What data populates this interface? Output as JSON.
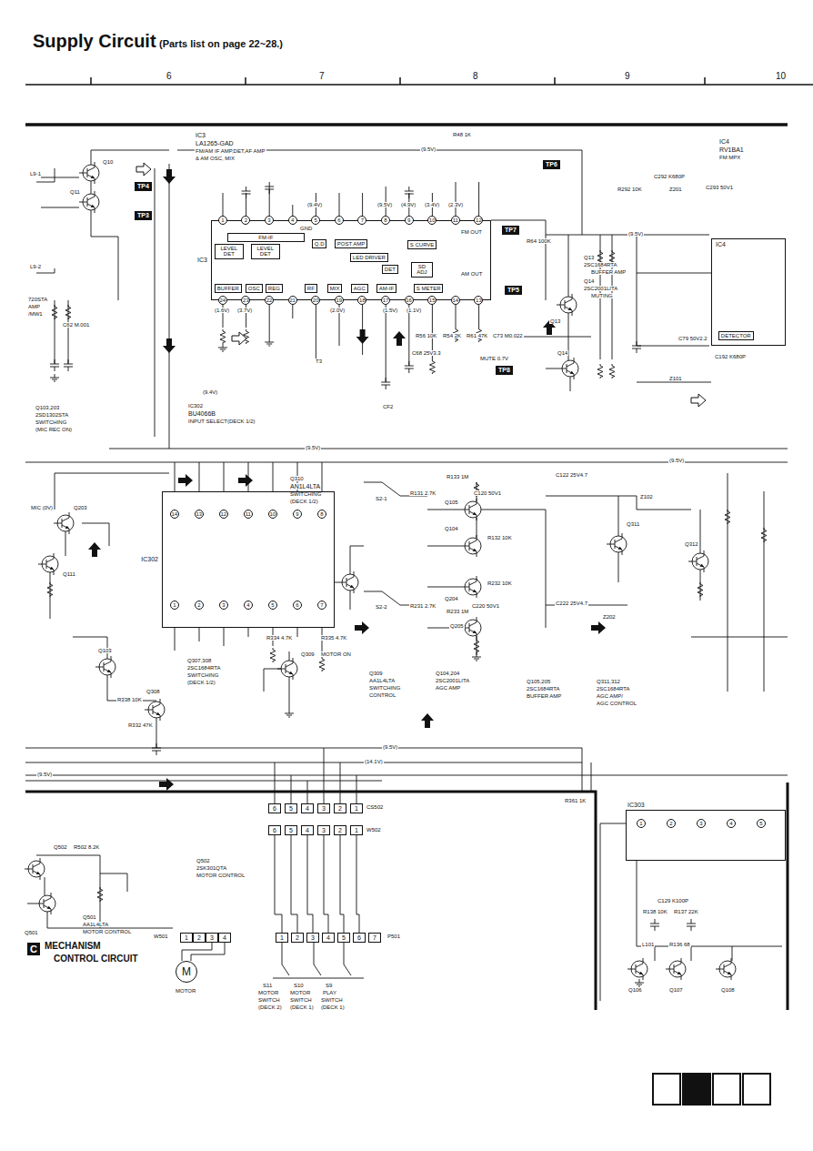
{
  "diagram": {
    "title": "Supply Circuit",
    "nodes": [
      {
        "text": [
          "IC3"
        ]
      },
      {
        "text": [
          "1"
        ],
        "in": 0
      },
      {
        "text": [
          "2"
        ],
        "in": 0
      },
      {
        "text": [
          "3"
        ],
        "in": 0
      },
      {
        "text": [
          "4"
        ],
        "in": 0
      },
      {
        "text": [
          "5"
        ],
        "in": 0
      },
      {
        "text": [
          "6"
        ],
        "in": 0
      },
      {
        "text": [
          "7"
        ],
        "in": 0
      },
      {
        "text": [
          "8"
        ],
        "in": 0
      },
      {
        "text": [
          "9"
        ],
        "in": 0
      },
      {
        "text": [
          "10"
        ],
        "in": 0
      },
      {
        "text": [
          "11"
        ],
        "in": 0
      },
      {
        "text": [
          "12"
        ],
        "in": 0
      },
      {
        "text": [
          "24"
        ],
        "in": 0
      },
      {
        "text": [
          "23"
        ],
        "in": 0
      },
      {
        "text": [
          "22"
        ],
        "in": 0
      },
      {
        "text": [
          "21"
        ],
        "in": 0
      },
      {
        "text": [
          "20"
        ],
        "in": 0
      },
      {
        "text": [
          "19"
        ],
        "in": 0
      },
      {
        "text": [
          "18"
        ],
        "in": 0
      },
      {
        "text": [
          "17"
        ],
        "in": 0
      },
      {
        "text": [
          "16"
        ],
        "in": 0
      },
      {
        "text": [
          "15"
        ],
        "in": 0
      },
      {
        "text": [
          "14"
        ],
        "in": 0
      },
      {
        "text": [
          "13"
        ],
        "in": 0
      },
      {
        "text": [
          "FM-IF"
        ],
        "in": 0
      },
      {
        "text": [
          "LEVEL DET"
        ],
        "in": 0
      },
      {
        "text": [
          "LEVEL DET"
        ],
        "in": 0
      },
      {
        "text": [
          "Q.D"
        ],
        "in": 0
      },
      {
        "text": [
          "POST AMP"
        ],
        "in": 0
      },
      {
        "text": [
          "S CURVE"
        ],
        "in": 0
      },
      {
        "text": [
          "LED DRIVER"
        ],
        "in": 0
      },
      {
        "text": [
          "DET"
        ],
        "in": 0
      },
      {
        "text": [
          "SD ADJ"
        ],
        "in": 0
      },
      {
        "text": [
          "BUFFER"
        ],
        "in": 0
      },
      {
        "text": [
          "OSC"
        ],
        "in": 0
      },
      {
        "text": [
          "REG"
        ],
        "in": 0
      },
      {
        "text": [
          "RF"
        ],
        "in": 0
      },
      {
        "text": [
          "MIX"
        ],
        "in": 0
      },
      {
        "text": [
          "AGC"
        ],
        "in": 0
      },
      {
        "text": [
          "AM-IF"
        ],
        "in": 0
      },
      {
        "text": [
          "S METER"
        ],
        "in": 0
      },
      {
        "text": [
          "TP4"
        ]
      },
      {
        "text": [
          "TP3"
        ]
      },
      {
        "text": [
          "TP6"
        ]
      },
      {
        "text": [
          "TP7"
        ]
      },
      {
        "text": [
          "TP5"
        ]
      },
      {
        "text": [
          "TP8"
        ]
      },
      {
        "text": [
          "IC4"
        ]
      },
      {
        "text": [
          "DETECTOR"
        ],
        "in": 48
      },
      {
        "text": [
          "IC302"
        ]
      },
      {
        "text": [
          "14"
        ],
        "in": 50
      },
      {
        "text": [
          "13"
        ],
        "in": 50
      },
      {
        "text": [
          "12"
        ],
        "in": 50
      },
      {
        "text": [
          "11"
        ],
        "in": 50
      },
      {
        "text": [
          "10"
        ],
        "in": 50
      },
      {
        "text": [
          "9"
        ],
        "in": 50
      },
      {
        "text": [
          "8"
        ],
        "in": 50
      },
      {
        "text": [
          "1"
        ],
        "in": 50
      },
      {
        "text": [
          "2"
        ],
        "in": 50
      },
      {
        "text": [
          "3"
        ],
        "in": 50
      },
      {
        "text": [
          "4"
        ],
        "in": 50
      },
      {
        "text": [
          "5"
        ],
        "in": 50
      },
      {
        "text": [
          "6"
        ],
        "in": 50
      },
      {
        "text": [
          "7"
        ],
        "in": 50
      },
      {
        "text": [
          "IC303"
        ]
      },
      {
        "text": [
          "1"
        ],
        "in": 65
      },
      {
        "text": [
          "2"
        ],
        "in": 65
      },
      {
        "text": [
          "3"
        ],
        "in": 65
      },
      {
        "text": [
          "4"
        ],
        "in": 65
      },
      {
        "text": [
          "5"
        ],
        "in": 65
      },
      {
        "text": [
          "6"
        ]
      },
      {
        "text": [
          "5"
        ]
      },
      {
        "text": [
          "4"
        ]
      },
      {
        "text": [
          "3"
        ]
      },
      {
        "text": [
          "2"
        ]
      },
      {
        "text": [
          "1"
        ]
      },
      {
        "text": [
          "6"
        ]
      },
      {
        "text": [
          "5"
        ]
      },
      {
        "text": [
          "4"
        ]
      },
      {
        "text": [
          "3"
        ]
      },
      {
        "text": [
          "2"
        ]
      },
      {
        "text": [
          "1"
        ]
      },
      {
        "text": [
          "1"
        ]
      },
      {
        "text": [
          "2"
        ]
      },
      {
        "text": [
          "3"
        ]
      },
      {
        "text": [
          "4"
        ]
      },
      {
        "text": [
          "1"
        ]
      },
      {
        "text": [
          "2"
        ]
      },
      {
        "text": [
          "3"
        ]
      },
      {
        "text": [
          "4"
        ]
      },
      {
        "text": [
          "5"
        ]
      },
      {
        "text": [
          "6"
        ]
      },
      {
        "text": [
          "7"
        ]
      },
      {
        "text": [
          "M"
        ]
      },
      {
        "text": [
          "C"
        ]
      }
    ],
    "edges": [
      {
        "from": 77,
        "to": 87,
        "arrow": "none"
      },
      {
        "from": 78,
        "to": 88,
        "arrow": "none"
      },
      {
        "from": 79,
        "to": 89,
        "arrow": "none"
      },
      {
        "from": 80,
        "to": 90,
        "arrow": "none"
      },
      {
        "from": 81,
        "to": 91,
        "arrow": "none"
      },
      {
        "from": 82,
        "to": 92,
        "arrow": "none"
      },
      {
        "from": 85,
        "to": 94,
        "arrow": "none"
      },
      {
        "from": 86,
        "to": 94,
        "arrow": "none"
      }
    ],
    "labels": [
      "(Parts list on page 22~28.)",
      "6",
      "7",
      "8",
      "9",
      "10",
      "IC3",
      "LA1265-GAD",
      "FM/AM IF AMP,DET,AF AMP",
      "& AM OSC, MIX",
      "R48 1K",
      "(9.5V)",
      "IC4",
      "RV1BA1",
      "FM MPX",
      "C292 K680P",
      "R292 10K",
      "Z201",
      "C293 50V1",
      "(9.5V)",
      "Q13",
      "2SC1684RTA",
      "BUFFER AMP",
      "Q14",
      "2SC2001LITA",
      "MUTING",
      "Q13",
      "Q14",
      "R64 100K",
      "Q10",
      "Q11",
      "L9-1",
      "L9-2",
      "720STA",
      "AMP",
      "/MW1",
      "C62 M.001",
      "Q103,203",
      "2SD1302STA",
      "SWITCHING",
      "(MIC REC ON)",
      "IC302",
      "BU4066B",
      "INPUT SELECT(DECK 1/2)",
      "(9.4V)",
      "T3",
      "CF2",
      "C68 25V3.3",
      "R56 10K",
      "R54 2K",
      "R61 47K",
      "C73 M0.022",
      "MUTE 0.7V",
      "C79 50V2.2",
      "C192 K680P",
      "Z101",
      "(9.5V)",
      "(9.5V)",
      "Q310",
      "AN1L4LTA",
      "SWITCHING",
      "(DECK 1/2)",
      "MIC (0V)",
      "Q203",
      "Q111",
      "S2-1",
      "S2-2",
      "R133 1M",
      "R131 2.7K",
      "C120 50V1",
      "Q105",
      "Q104",
      "R132 10K",
      "Q204",
      "R232 10K",
      "R233 1M",
      "R231 2.7K",
      "C220 50V1",
      "Q205",
      "Z102",
      "Z202",
      "Q311",
      "Q312",
      "C122 25V4.7",
      "C222 25V4.7",
      "Q307,308",
      "2SC1684RTA",
      "SWITCHING",
      "(DECK 1/2)",
      "Q103",
      "Q308",
      "R338 10K",
      "R332 47K",
      "R334 4.7K",
      "R335 4.7K",
      "Q309",
      "MOTOR ON",
      "Q309",
      "AA1L4LTA",
      "SWITCHING",
      "CONTROL",
      "Q104,204",
      "2SC2001LITA",
      "AGC AMP",
      "Q105,205",
      "2SC1684RTA",
      "BUFFER AMP",
      "Q311,312",
      "2SC1684RTA",
      "AGC AMP/",
      "AGC CONTROL",
      "(9.5V)",
      "(14.1V)",
      "(9.5V)",
      "CS502",
      "W502",
      "R361 1K",
      "Q502",
      "R502 8.2K",
      "Q501",
      "Q501",
      "AA1L4LTA",
      "MOTOR CONTROL",
      "W501",
      "Q502",
      "2SK301QTA",
      "MOTOR CONTROL",
      "P501",
      "MECHANISM",
      "CONTROL CIRCUIT",
      "MOTOR",
      "S11",
      "MOTOR",
      "SWITCH",
      "(DECK 2)",
      "S10",
      "MOTOR",
      "SWITCH",
      "(DECK 1)",
      "S9",
      "PLAY",
      "SWITCH",
      "(DECK 1)",
      "C129 K100P",
      "R138 10K",
      "R137 22K",
      "L101",
      "R136 68",
      "Q106",
      "Q107",
      "Q108",
      "GND",
      "FM OUT",
      "AM OUT",
      "(9.4V)",
      "(9.5V)",
      "(4.9V)",
      "(3.4V)",
      "(2.3V)",
      "(1.6V)",
      "(3.7V)",
      "(2.0V)",
      "(1.5V)",
      "(1.1V)"
    ]
  }
}
